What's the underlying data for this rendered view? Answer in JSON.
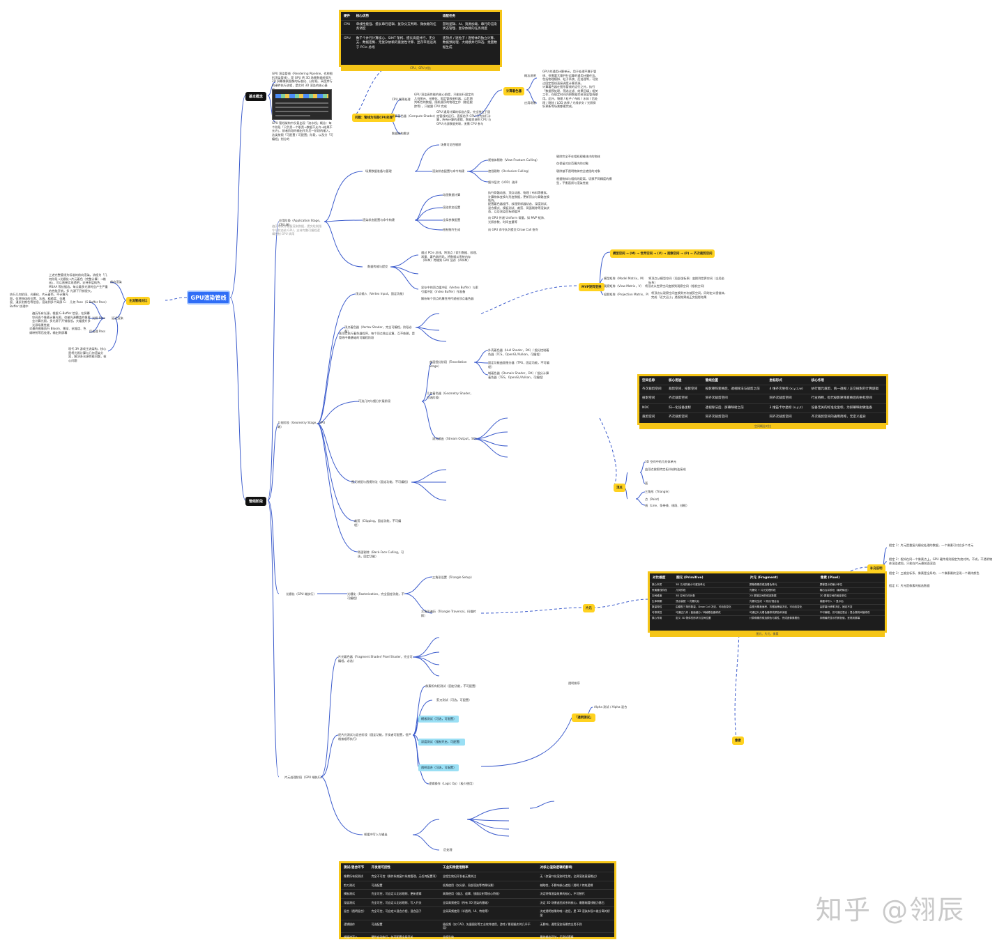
{
  "root": "GPU渲染管线",
  "branches": {
    "basic": "基本概念",
    "pipeline": "管线阶段"
  },
  "top_table": {
    "headers": [
      "硬件",
      "核心优势",
      "适配任务"
    ],
    "rows": [
      [
        "CPU",
        "单线性能强、擅长串行逻辑、复杂分支判断、微依赖的任务调度",
        "游戏逻辑、AI、资源加载、串行的渲染状态管理、复杂依赖的任务调度"
      ],
      [
        "GPU",
        "数千个并行计算核心、SIMT 架构、擅长高度并行、无分支、数据密集、无复杂依赖的重复性计算、显存带宽远高于 PCIe 总线",
        "逐顶点 / 逐粒子 / 逐物体的独立计算、数据预处理、大规模并行筛选、批量数据生成"
      ]
    ],
    "caption": "CPU、GPU 对比"
  },
  "mid_table": {
    "headers": [
      "空间名称",
      "核心用途",
      "管线位置",
      "坐标形式",
      "核心作用"
    ],
    "rows": [
      [
        "齐次裁剪空间",
        "裁剪空间、投影空间",
        "投影矩阵变换后、透视除法与裁剪之前",
        "4 维齐次坐标 (x,y,z,w)",
        "执行图元裁剪、统一透视 / 正交投影的计算逻辑"
      ],
      [
        "投影空间",
        "齐次裁剪空间",
        "同齐次裁剪空间",
        "同齐次裁剪空间",
        "行业俗称，指代投影矩阵变换后的坐标空间"
      ],
      [
        "NDC",
        "归一化设备坐标",
        "透视除法后、屏幕映射之前",
        "3 维笛卡尔坐标 (x,y,z)",
        "设备无关的标准化坐标，为屏幕映射做准备"
      ],
      [
        "裁剪空间",
        "齐次裁剪空间",
        "同齐次裁剪空间",
        "同齐次裁剪空间",
        "齐次裁剪空间的通用简称，无定义差异"
      ]
    ],
    "caption": "空间概念对比"
  },
  "right_table": {
    "headers": [
      "对比维度",
      "图元 (Primitive)",
      "片元 (Fragment)",
      "像素 (Pixel)"
    ],
    "rows": [
      [
        "核心本质",
        "3D 几何的最小可渲染单元",
        "屏幕像素的候选着色单元",
        "屏幕显示的最小单位"
      ],
      [
        "所属管线阶段",
        "几何阶段",
        "光栅化 + 片元处理阶段",
        "输出合并阶段（最终输出）"
      ],
      [
        "空间维度",
        "3D 空间几何对象",
        "2D 屏幕空间的候选数据",
        "2D 屏幕空间的固定单位"
      ],
      [
        "生命周期",
        "顶点装配 → 光栅化后",
        "光栅化生成 → 测试/混合后",
        "帧缓冲写入 → 显示后"
      ],
      [
        "数量特性",
        "由模型三角形数量、Draw Call 决定，可动态变化",
        "由图元覆盖面积、抗锯齿等级决定，可动态变化",
        "由屏幕分辨率决定，固定不变"
      ],
      [
        "可修改性",
        "可通过几何 / 曲面细分 / 网格着色器修改",
        "可通过片元着色器修改颜色和深度",
        "不可编程，仅可通过混合 / 混合规则间接修改"
      ],
      [
        "核心作用",
        "定义 3D 物体的形状与空间位置",
        "计算像素的候选颜色与属性，完成逐像素着色",
        "存储最终显示的颜色值，呈现到屏幕"
      ]
    ],
    "caption": "图元、片元、像素"
  },
  "bottom_table": {
    "headers": [
      "测试/混合环节",
      "开发者可控性",
      "工业实践使用频率",
      "对核心渲染逻辑的影响"
    ],
    "rows": [
      [
        "像素所有权测试",
        "完全不可控（操作系统窗口系统管理，无任何配置项）",
        "全程生效但开发者无需关注",
        "无（仅窗口化渲染时生效，全屏渲染直接跳过）"
      ],
      [
        "剪刀测试",
        "可选配置",
        "低频使用（仅分屏、局部渲染等特殊场景）",
        "辅助性，不影响核心遮挡 / 透明 / 特效逻辑"
      ],
      [
        "模板测试",
        "完全可控，可自定义比较规则、更新逻辑",
        "高频使用（描边、遮罩、镜面反射等核心特效）",
        "决定特殊渲染效果的核心，不可替代"
      ],
      [
        "深度测试",
        "完全可控，可自定义比较规则、写入开关",
        "全局高频使用（所有 3D 渲染的基础）",
        "决定 3D 场景遮挡关系的核心，最基础管线能力基石"
      ],
      [
        "混合（透明混合）",
        "完全可控，可自定义混合方程、混合因子",
        "全局高频使用（半透明、UI、特效等）",
        "决定透明效果的唯一途径，是 3D 渲染实现二维分离的桥梁"
      ],
      [
        "逻辑操作",
        "可选配置",
        "极低频（仅 CAD、矢量图形等工业软件使用，游戏 / 影视级实时几乎不用）",
        "无影响，通用渲染场景完全用不到"
      ],
      [
        "帧缓冲写入",
        "硬件自动执行，仅可配置全局开关",
        "全程生效",
        "最终输出环节，无测试逻辑"
      ]
    ]
  },
  "left_nodes": {
    "forward": "前向渲染",
    "forward_desc": "上述完整管线为标准的前向渲染。流程为「几何阶段→光栅化→片元着色（完整计算）→输出」，可以直接实现透明，支持多层纯色、MSAA 等抗锯齿，每点着多光源时会产生严重的性能开销，多 光源下开销很大。",
    "gbuffer": "几何 Pass（G-Buffer Pass）",
    "gbuffer_desc": "执行几何阶段、光栅化、片元着色，不计算光照，仅将物体的位置、法线、粗糙度、金属度、漫反射颜色等信息，渲染到多个离屏 G-Buffer 纹理中",
    "light": "光照 Pass",
    "light_desc": "遍历所有光源，根据 G-Buffer 信息，在屏幕空间逐个像素计算光照，仅被光源覆盖的像素会计算光照，多光源下开销极低，大幅提升多光源场景性能",
    "deferred": "延迟渲染",
    "post": "后处理 Pass",
    "post_desc": "对最终图像执行 Bloom、景深、抗锯齿、色调映射等后处理，输出到屏幕",
    "deferred_note": "现代 3A 游戏主流架构，核心是将光照计算与几何渲染分离，解决多光源性能问题，核心问题",
    "pipeline_comp": "主流管线对比"
  },
  "basic_nodes": {
    "intro": "GPU 渲染管线（Rendering Pipeline，也称图形渲染管线），是 GPU 将 3D 场景数据转换为 2D 屏幕像素图像的标准化、分阶段、高度并行的硬件执行流程，是实时 3D 渲染的核心基础。",
    "intro2": "GPU 管线架构中反复出现「流水线」概念：每个阶段「只负责一个职责→数据不允许→结果不允许」，前者阶段的输出作为后一阶段的输入，这类按照「可配置 / 可配置」阶段，以及分「可编程」划分的",
    "why": "问题：管线为何是CPU处理",
    "cpu_side": "CPU 端预处理",
    "cpu_side_desc": "GPU 渲染高性能的核心前提，只能执行固定的几何图元、光栅化、固定管线采样器，以后期判断性的数据、随机顺序的物理工作（路径跟踪等），只能跟 CPU 完成",
    "compute": "计算着色器（Compute Shader）",
    "compute_desc": "GPU 通用计算的标准方案，完全独立于固定管线的运行，直接给予 CPU 行为执行计算，所有计算的逻辑、数据资源到 CPU 与 GPU 内部数据关联，无需 CPU 参与",
    "conclusion": "数据结构需求",
    "yellow1": "计算着色器",
    "conclusion1": "概念说明",
    "conclusion1_desc": "GPU 的通用计算单元，用于处理不属于管线、但需要大量并行运算的通用计算任务，包括物理模拟、粒子系统、后处理等，可绕过固定管线直接调度计算资源。",
    "conclusion2": "应用场景",
    "conclusion2_desc": "计算着色器在图形管线的运行之外，执行「数据预处理、筛选过滤、结果回填」相关工作，在规定时间内把数据交给渲染管线使用。此外，物理 / 粒子 / 布料 / 水体 / 后处理 / 剔除 / LOD 选择 / 光线求交 / 光照探针更新等场景都能完成。"
  },
  "app_stage": {
    "title": "应用阶段（Application Stage，CPU 端）",
    "desc": "遍历场景并准备渲染数据，提交绘制指令与状态给 GPU，支持完整可编程逻辑控制 GPU 调用",
    "scene": "场景数据准备与管理",
    "visibility": "场景可见性剔除",
    "vis_items": [
      "视锥体剔除（View Frustum Culling）",
      "遮挡剔除（Occlusion Culling）",
      "细节层次（LOD）选择"
    ],
    "vis_desc": [
      "剔除完全不在相机视锥体内的物体",
      "仅保留对应范围内的对象",
      "剔除被不透明物体完全遮挡的对象",
      "根据物体与相机的距离，切换不同精度的模型，平衡画质与渲染性能"
    ],
    "render_state": "渲染状态配置与命令构建",
    "anim": "动画数据计算",
    "anim_desc": "执行骨骼动画、顶点动画、物理 / 布料等模拟，计算物体变换与形变数据，更新顶点与骨骼变换矩阵。",
    "state": "渲染状态设置",
    "state_desc": "配置着色器程序、纹理采样器状态、深度测试、混合模式、模板测试、裁剪、背面剔除等渲染状态，以及渲染目标帧缓冲",
    "uniform": "全局参数配置",
    "uniform_desc": "向 GPU 传递 Uniform 常量，如 MVP 矩阵、光照参数、时间变量等",
    "drawcall": "绘制指令生成",
    "drawcall_desc": "向 GPU 命令队列提交 Draw Call 指令",
    "upload": "数据传输与提交",
    "upload_desc": "通过 PCIe 总线，将顶点 / 索引数据、纹理、常量、着色器代码，将数据从系统内存（RAM）传输到 GPU 显存（VRAM）",
    "buffer": "显存中的顶点缓冲区（Vertex Buffer）与索引缓冲区（Index Buffer）作准备",
    "bind": "解析每个顶点的属性并传递给顶点着色器"
  },
  "geometry_stage": {
    "title": "几何阶段（Geometry Stage，GPU 端）",
    "vertex_input": "顶点输入（Vertex Input，固定功能）",
    "vertex_shader": "顶点着色器（Vertex Shader，完全可编程，阶段必备）",
    "vs_desc": "逐顶点执行着色器程序，每个顶点独立运算，互不依赖，是管线中最基础的可编程阶段",
    "mvp": "MVP矩阵变换",
    "mvp_eq": "模型空间 → (M) → 世界空间 → (V) → 观察空间 → (P) → 齐次裁剪空间",
    "model": "模型矩阵（Model Matrix，M）",
    "model_desc": "将顶点从模型空间（局部坐标系）变换到世界空间（全局坐标系）",
    "view": "观察矩阵（View Matrix，V）",
    "view_desc": "将顶点从世界空间变换到观察空间（相机空间）",
    "proj": "投影矩阵（Projection Matrix，P）",
    "proj_desc": "将顶点从观察空间变换到齐次裁剪空间，同时定义视锥体，完成「近大远小」透视效果或正交投影效果",
    "tess": "曲面细分阶段（Tessellation Stage）",
    "hull": "外壳着色器（Hull Shader，DX）/ 细分控制着色器（TCS，OpenGL/Vulkan，可编程）",
    "tess_fixed": "固定功能曲面细分器（TPG，固定功能，不可编程）",
    "domain": "域着色器（Domain Shader，DX）/ 细分计算着色器（TES，OpenGL/Vulkan，可编程）",
    "gs": "几何着色器（Geometry Shader，可选阶段）",
    "so": "流式输出（Stream Output，SO）",
    "optional": "可选几何与细分扩展阶段",
    "assembly": "图元装配与透视除法（固定功能，不可编程）",
    "clipping": "裁剪（Clipping，固定功能，不可编程）",
    "culling": "背面剔除（Back-Face Culling，可选，固定功能）"
  },
  "raster_stage": {
    "title": "光栅化（GPU 端执行）",
    "rasterize": "光栅化（Rasterization，完全固定功能，不可编程）",
    "triangle_setup": "三角形设置（Triangle Setup）",
    "traversal": "三角形遍历（Triangle Traversal，扫描转换）"
  },
  "fragment_stage": {
    "title": "片元处理阶段（GPU 端执行）",
    "fs": "片元着色器（Fragment Shader/ Pixel Shader，完全可编程，必选）",
    "tests": "逐片元测试与混合阶段（固定功能，开发者可配置，但严格按顺序执行）",
    "ownership": "像素所有权测试（固定功能，不可配置）",
    "scissor": "剪刀测试（可选，可配置）",
    "stencil": "模板测试（可选，可配置）",
    "depth": "深度测试（强制开启，可配置）",
    "blend": "透明混合（可选，可配置）",
    "logic": "逻辑操作（Logic Op）（极少使用）",
    "transparent": "「透明测试」",
    "opaque": "透明排序",
    "alpha": "Alpha 测试 / Alpha 混合",
    "output": "帧缓冲写入与输出",
    "post": "后处理"
  },
  "spaces": {
    "yellow": "顶点",
    "face_types": [
      "3D 空间中的几何体单元",
      "由顶点按照特定拓扑结构连接成",
      "面"
    ],
    "prims": [
      "三角形（Triangle）",
      "点（Point）",
      "线（Line、条带线、线段、线框）"
    ]
  },
  "right_side": {
    "yellow": "片元",
    "yellow_b": "补充说明",
    "note1": "假定 1：片元是重复光栅化处理的数据，一个像素可对应多个片元",
    "note2": "假定 2：假如在同一个像素点上，GPU 硬件规则规定为绝对的，不成，不透明物体渲染遮挡，只能在片元最前面渲染",
    "note3": "假定 3：三维坐标系，像素是全局的，一个像素最终呈现一个最终颜色",
    "note4": "假定 4：片元是像素的候选数据",
    "bottom_yellow": "像素"
  },
  "watermark": "知乎 @翎辰",
  "colors": {
    "edge": "#3b5bcc",
    "accent": "#f5c518",
    "root": "#2f6df6",
    "tag_blue": "#9adff4"
  }
}
